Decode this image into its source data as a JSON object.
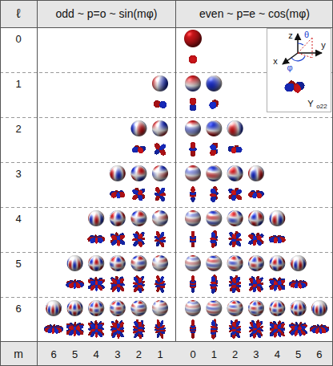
{
  "diagram": {
    "labels": [
      "ℓ",
      "odd ~ p=o ~ sin(mφ)",
      "even ~ p=e ~ cos(mφ)",
      "0",
      "1",
      "2",
      "3",
      "4",
      "5",
      "6",
      "z",
      "θ",
      "x",
      "y",
      "φ",
      "Y",
      "o22",
      "m",
      "6",
      "5",
      "4",
      "3",
      "2",
      "1",
      "0",
      "1",
      "2",
      "3",
      "4",
      "5",
      "6"
    ]
  }
}
